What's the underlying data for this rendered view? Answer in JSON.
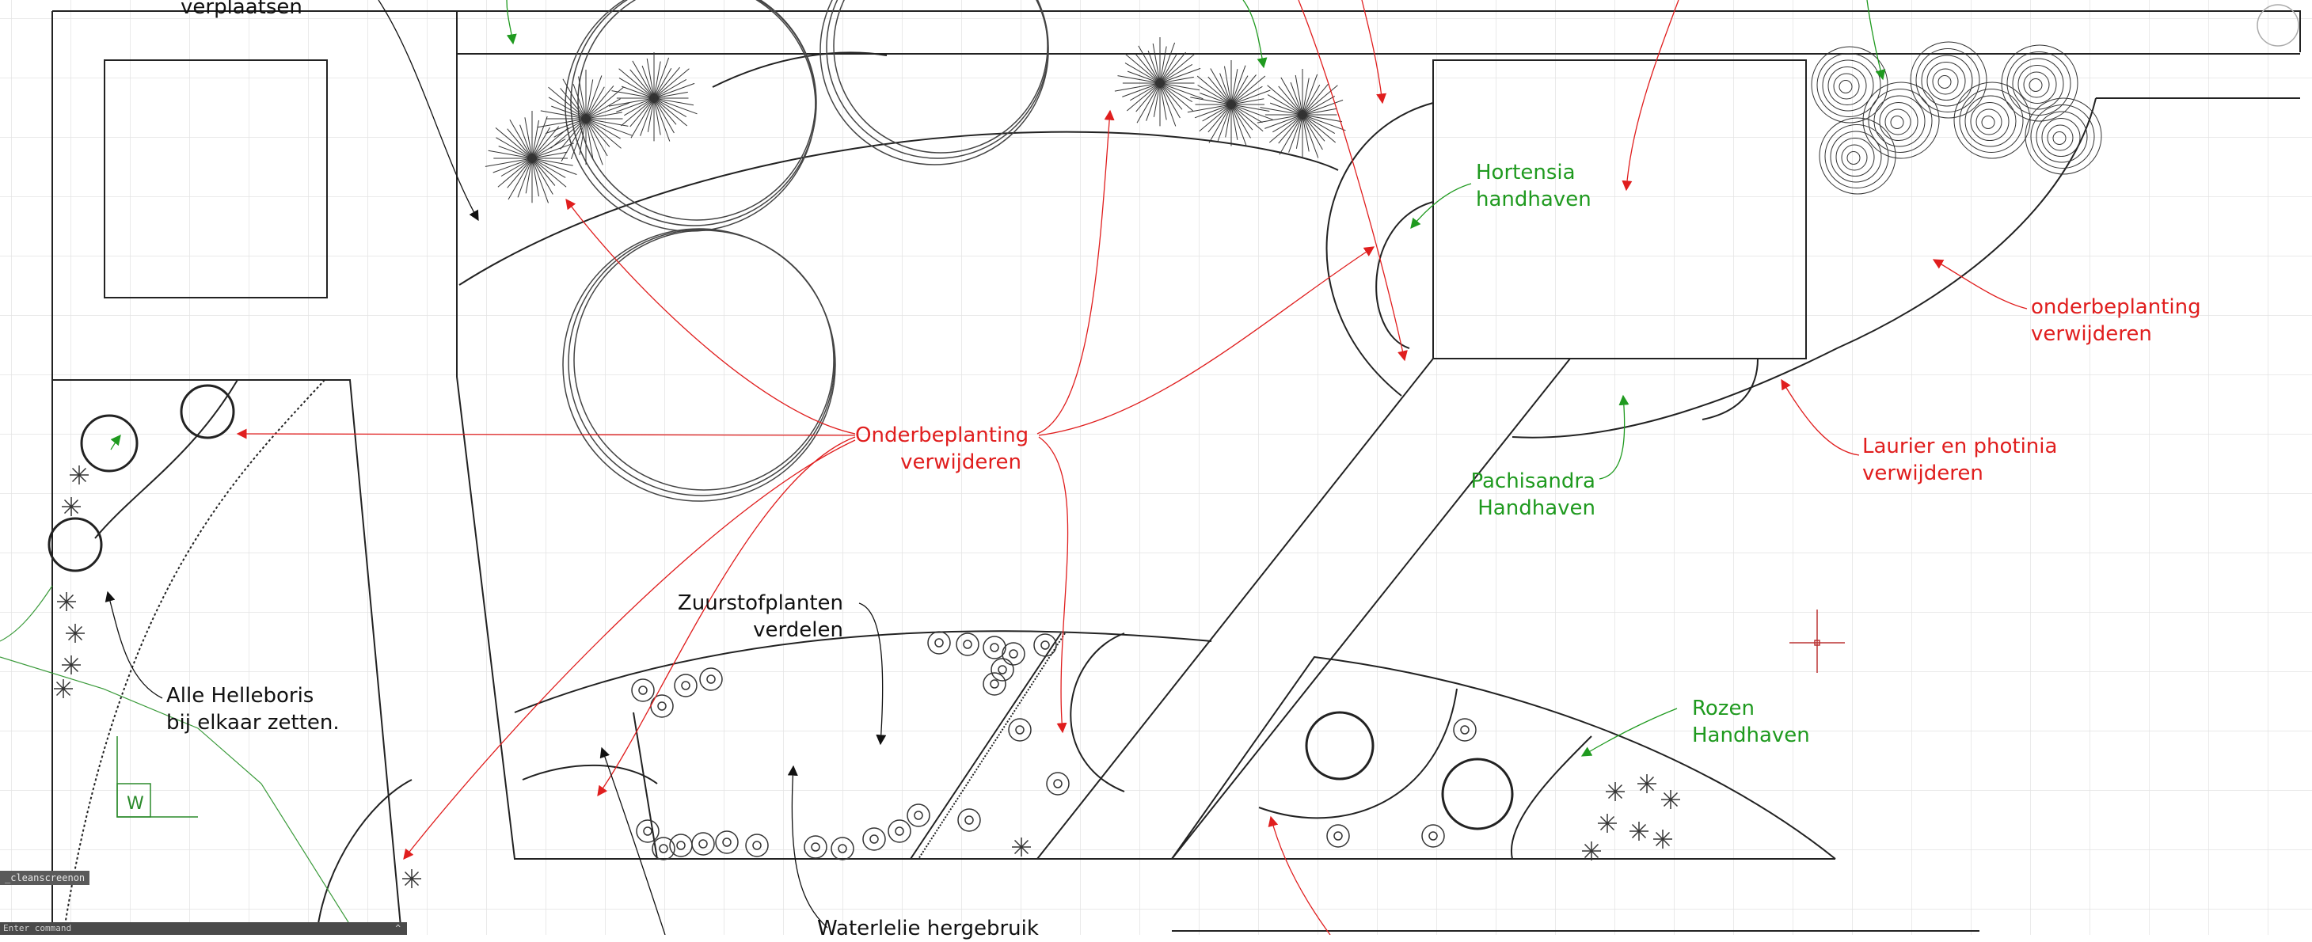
{
  "annotations": {
    "verplaatsen": "verplaatsen",
    "onderbeplanting_l1": "Onderbeplanting",
    "onderbeplanting_l2": "verwijderen",
    "hortensia_l1": "Hortensia",
    "hortensia_l2": "handhaven",
    "onderbeplanting_right_l1": "onderbeplanting",
    "onderbeplanting_right_l2": "verwijderen",
    "laurier_l1": "Laurier en photinia",
    "laurier_l2": "verwijderen",
    "pachisandra_l1": "Pachisandra",
    "pachisandra_l2": "Handhaven",
    "zuurstof_l1": "Zuurstofplanten",
    "zuurstof_l2": "verdelen",
    "helleboris_l1": "Alle Helleboris",
    "helleboris_l2": "bij elkaar zetten.",
    "rozen_l1": "Rozen",
    "rozen_l2": "Handhaven",
    "waterlelie": "Waterlelie hergebruik"
  },
  "ucs_label": "W",
  "ui": {
    "clean_screen": "_cleanscreenon",
    "command_prompt": "Enter command",
    "command_toggle": "^"
  },
  "colors": {
    "red": "#e01e1e",
    "green": "#1f9a1f",
    "linework": "#222222",
    "grid": "#e6e6e6"
  }
}
